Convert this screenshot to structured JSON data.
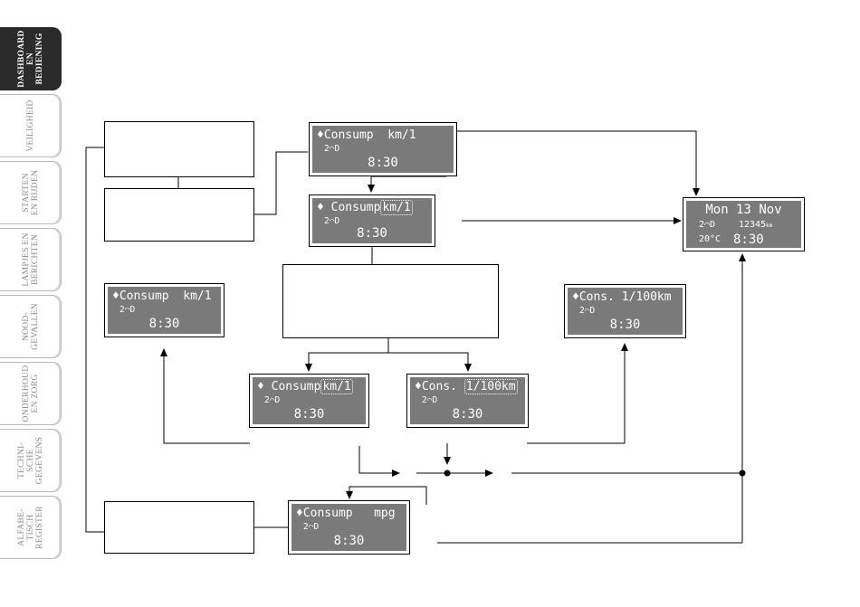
{
  "side_tabs": [
    {
      "label": "DASHBOARD\nEN\nBEDIENING",
      "active": true
    },
    {
      "label": "VEILIGHEID",
      "active": false
    },
    {
      "label": "STARTEN\nEN RIJDEN",
      "active": false
    },
    {
      "label": "LAMPJES EN\nBERICHTEN",
      "active": false
    },
    {
      "label": "NOOD-\nGEVALLEN",
      "active": false
    },
    {
      "label": "ONDERHOUD\nEN ZORG",
      "active": false
    },
    {
      "label": "TECHNI-\nSCHE\nGEGEVENS",
      "active": false
    },
    {
      "label": "ALFABE-\nTISCH\nREGISTER",
      "active": false
    }
  ],
  "displays": {
    "top": {
      "line1_prefix": "♦Consump  ",
      "unit": "km/1",
      "line2": "2⌒D",
      "time": "8:30"
    },
    "second": {
      "line1_prefix": "♦ Consump",
      "unit": "km/1",
      "line2": "2⌒D",
      "time": "8:30"
    },
    "left": {
      "line1_prefix": "♦Consump  ",
      "unit": "km/1",
      "line2": "2⌒D",
      "time": "8:30"
    },
    "right": {
      "line1_prefix": "♦Cons. ",
      "unit": "1/100km",
      "line2": "2⌒D",
      "time": "8:30"
    },
    "mid_left": {
      "line1_prefix": "♦ Consump",
      "unit": "km/1",
      "line2": "2⌒D",
      "time": "8:30"
    },
    "mid_right": {
      "line1_prefix": "♦Cons. ",
      "unit": "1/100km",
      "line2": "2⌒D",
      "time": "8:30"
    },
    "bottom": {
      "line1_prefix": "♦Consump   ",
      "unit": "mpg",
      "line2": "2⌒D",
      "time": "8:30"
    },
    "standard": {
      "date": "Mon 13 Nov",
      "gear": "2⌒D",
      "odometer": "12345",
      "odometer_unit": "km",
      "temperature": "20°C",
      "time": "8:30"
    }
  },
  "colors": {
    "lcd_background": "#7a7a7a",
    "lcd_text": "#ffffff",
    "line": "#000000",
    "active_tab": "#2b2b2b"
  }
}
